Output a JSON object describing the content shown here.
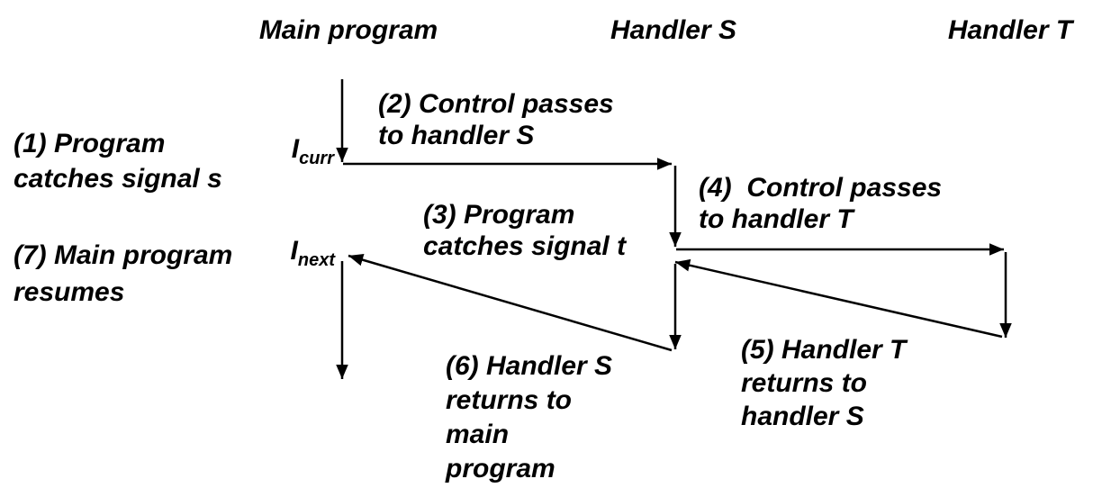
{
  "diagram": {
    "title_context": "Nested signal handlers control flow",
    "colors": {
      "ink": "#000000",
      "background": "#ffffff"
    },
    "columns": [
      {
        "id": "main-program",
        "title": "Main program"
      },
      {
        "id": "handler-s",
        "title": "Handler S"
      },
      {
        "id": "handler-t",
        "title": "Handler T"
      }
    ],
    "markers": {
      "i_curr": {
        "base": "I",
        "sub": "curr"
      },
      "i_next": {
        "base": "I",
        "sub": "next"
      }
    },
    "steps": [
      {
        "num": 1,
        "label": "(1) Program\ncatches signal s"
      },
      {
        "num": 2,
        "label": "(2) Control passes\nto handler S"
      },
      {
        "num": 3,
        "label": "(3) Program\ncatches signal t"
      },
      {
        "num": 4,
        "label": "(4)  Control passes\nto handler T"
      },
      {
        "num": 5,
        "label": "(5) Handler T\nreturns to\nhandler S"
      },
      {
        "num": 6,
        "label": "(6) Handler S\nreturns to\nmain\nprogram"
      },
      {
        "num": 7,
        "label": "(7) Main program\nresumes"
      }
    ],
    "arrows": [
      {
        "name": "main-timeline-start",
        "from": "main-program",
        "to": "i-curr",
        "direction": "down"
      },
      {
        "name": "control-passes-to-handler-s",
        "from": "main-program",
        "to": "handler-s",
        "step": 2
      },
      {
        "name": "handler-s-timeline-1",
        "from": "handler-s",
        "to": "handler-s",
        "direction": "down"
      },
      {
        "name": "control-passes-to-handler-t",
        "from": "handler-s",
        "to": "handler-t",
        "step": 4
      },
      {
        "name": "handler-t-timeline",
        "from": "handler-t",
        "to": "handler-t",
        "direction": "down"
      },
      {
        "name": "handler-t-returns-to-handler-s",
        "from": "handler-t",
        "to": "handler-s",
        "step": 5
      },
      {
        "name": "handler-s-timeline-2",
        "from": "handler-s",
        "to": "handler-s",
        "direction": "down"
      },
      {
        "name": "handler-s-returns-to-main",
        "from": "handler-s",
        "to": "i-next",
        "step": 6
      },
      {
        "name": "main-program-resumes",
        "from": "main-program",
        "to": "main-program",
        "step": 7,
        "direction": "down"
      }
    ]
  }
}
